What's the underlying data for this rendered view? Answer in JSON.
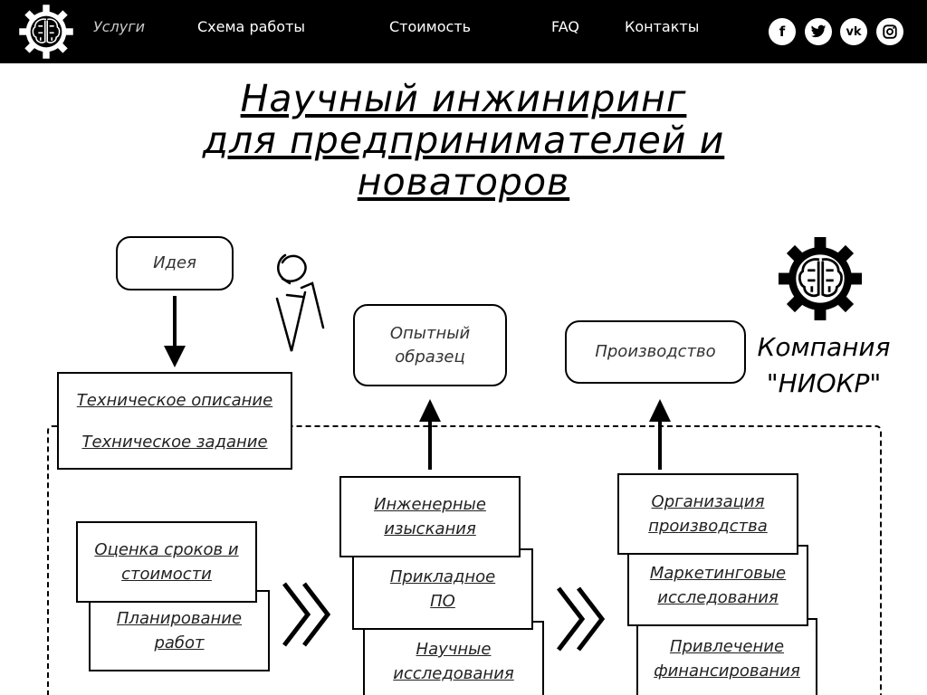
{
  "header": {
    "nav": [
      {
        "label": "Услуги"
      },
      {
        "label": "Схема работы"
      },
      {
        "label": "Стоимость"
      },
      {
        "label": "FAQ"
      },
      {
        "label": "Контакты"
      }
    ],
    "social": [
      {
        "icon": "facebook-icon",
        "glyph": "f"
      },
      {
        "icon": "twitter-icon",
        "glyph": "🐦"
      },
      {
        "icon": "vk-icon",
        "glyph": "vk"
      },
      {
        "icon": "instagram-icon",
        "glyph": "◎"
      }
    ]
  },
  "hero": {
    "line1": "Научный инжиниринг",
    "line2": "для предпринимателей и",
    "line3": "новаторов"
  },
  "diagram": {
    "idea": "Идея",
    "prototype": [
      "Опытный",
      "образец"
    ],
    "production": "Производство",
    "tech_description": "Техническое описание",
    "tech_task": "Техническое задание",
    "estimate": [
      "Оценка сроков и",
      "стоимости"
    ],
    "planning": [
      "Планирование",
      "работ"
    ],
    "engineering": [
      "Инженерные",
      "изыскания"
    ],
    "software": [
      "Прикладное",
      "ПО"
    ],
    "research": [
      "Научные",
      "исследования"
    ],
    "organization": [
      "Организация",
      "производства"
    ],
    "marketing": [
      "Маркетинговые",
      "исследования"
    ],
    "funding": [
      "Привлечение",
      "финансирования"
    ]
  },
  "company": {
    "line1": "Компания",
    "line2": "\"НИОКР\""
  }
}
